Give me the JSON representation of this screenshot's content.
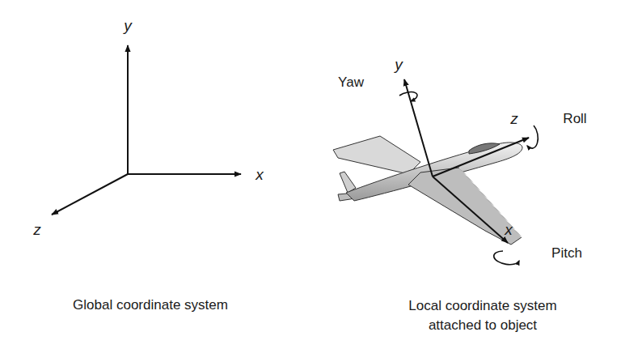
{
  "diagram": {
    "labels": [
      "y",
      "x",
      "z",
      "Global coordinate system",
      "y",
      "Yaw",
      "z",
      "Roll",
      "x",
      "Pitch",
      "Local coordinate system attached to object"
    ]
  }
}
